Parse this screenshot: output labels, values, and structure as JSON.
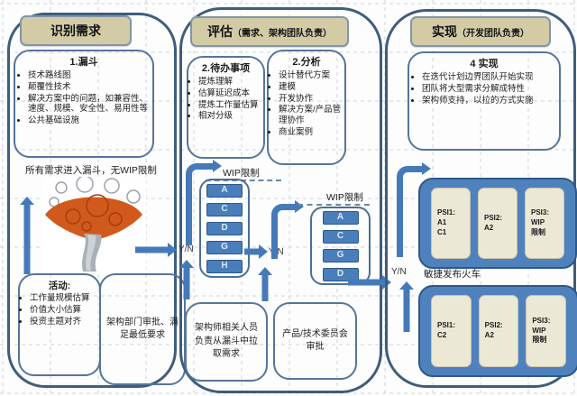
{
  "col1": {
    "header": "识别需求",
    "funnel_box": {
      "title": "1.漏斗",
      "bullets": [
        "技术路线图",
        "颠覆性技术",
        "解决方案中的问题，如兼容性、速度、规模、安全性、易用性等",
        "公共基础设施"
      ]
    },
    "funnel_note": "所有需求进入漏斗，无WIP限制",
    "activity_box": {
      "title": "活动:",
      "bullets": [
        "工作量规模估算",
        "价值大小估算",
        "投资主题对齐"
      ]
    },
    "approval_box_text": "架构部门审批、满足最低要求"
  },
  "col2": {
    "header_main": "评估",
    "header_sub": "（需求、架构团队负责）",
    "backlog_box": {
      "title": "2.待办事项",
      "bullets": [
        "提炼理解",
        "估算延迟成本",
        "提炼工作量估算",
        "相对分级"
      ]
    },
    "analysis_box": {
      "title": "2.分析",
      "bullets": [
        "设计替代方案",
        "建模",
        "开发协作",
        "解决方案/产品管理协作",
        "商业案例"
      ]
    },
    "wip_label_1": "WIP限制",
    "wip_label_2": "WIP限制",
    "stack1": [
      "A",
      "C",
      "D",
      "G",
      "H"
    ],
    "stack2": [
      "A",
      "C",
      "G",
      "D"
    ],
    "yn1": "Y/N",
    "yn2": "Y/N",
    "architect_box_text": "架构师相关人员负责从漏斗中拉取需求",
    "committee_box_text": "产品/技术委员会审批"
  },
  "col3": {
    "header_main": "实现",
    "header_sub": "（开发团队负责）",
    "impl_box": {
      "title": "4 实现",
      "bullets": [
        "在迭代计划边界团队开始实现",
        "团队将大型需求分解成特性",
        "架构师支持，以拉的方式实施"
      ]
    },
    "yn3": "Y/N",
    "train_label": "敏捷发布火车",
    "train1": [
      "PSI1:\nA1\nC1",
      "PSI2:\nA2",
      "PSI3:\nWIP\n限制"
    ],
    "train2": [
      "PSI1:\nC2",
      "PSI2:\nA2",
      "PSI3:\nWIP\n限制"
    ]
  },
  "colors": {
    "accent_blue": "#4f81bd",
    "header_tan": "#d2cba6",
    "frame_blue": "#3f5d7c",
    "funnel_orange": "#d2591c"
  }
}
